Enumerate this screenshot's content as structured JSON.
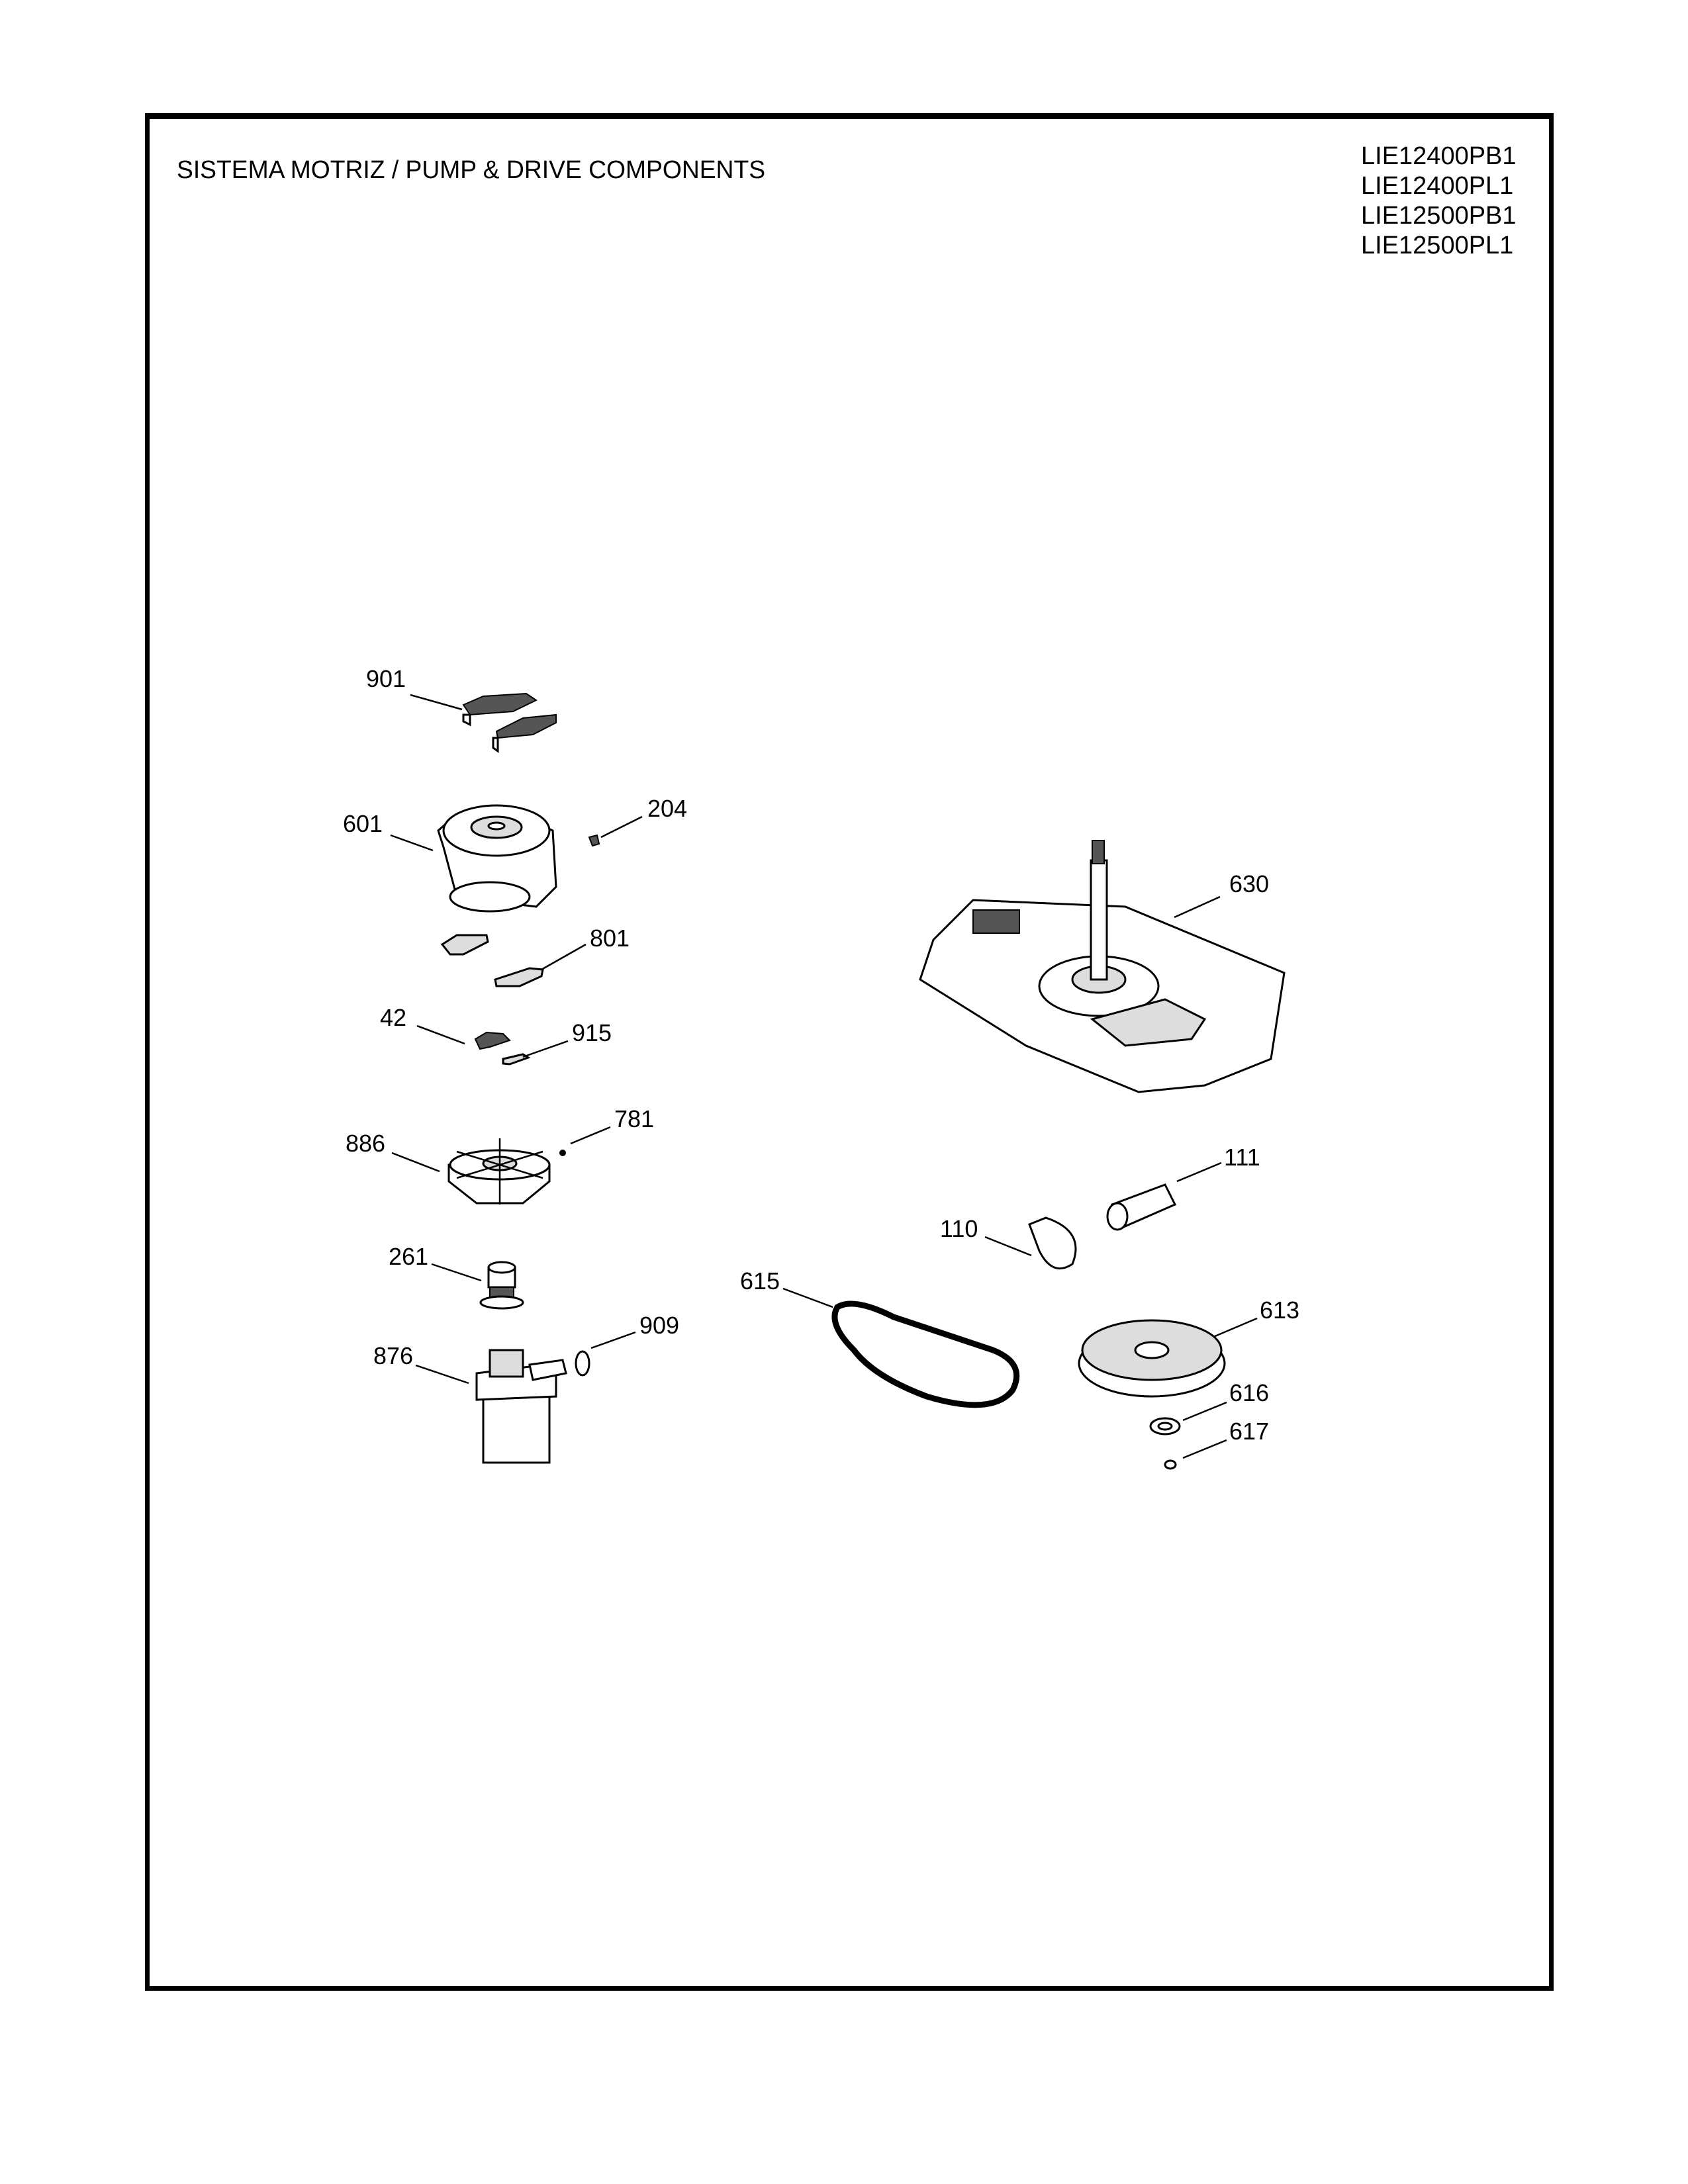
{
  "header": {
    "title": "SISTEMA MOTRIZ / PUMP  &  DRIVE COMPONENTS",
    "models": [
      "LIE12400PB1",
      "LIE12400PL1",
      "LIE12500PB1",
      "LIE12500PL1"
    ]
  },
  "callouts": [
    {
      "label": "901",
      "part": "motor-mount-pads"
    },
    {
      "label": "601",
      "part": "motor"
    },
    {
      "label": "204",
      "part": "clip"
    },
    {
      "label": "801",
      "part": "motor-brackets"
    },
    {
      "label": "42",
      "part": "thermal-protector"
    },
    {
      "label": "915",
      "part": "plate"
    },
    {
      "label": "781",
      "part": "screw"
    },
    {
      "label": "886",
      "part": "fan"
    },
    {
      "label": "261",
      "part": "coupling"
    },
    {
      "label": "909",
      "part": "hose-clamp"
    },
    {
      "label": "876",
      "part": "drain-pump"
    },
    {
      "label": "630",
      "part": "transmission-base"
    },
    {
      "label": "111",
      "part": "capacitor"
    },
    {
      "label": "110",
      "part": "capacitor-strap"
    },
    {
      "label": "615",
      "part": "belt"
    },
    {
      "label": "613",
      "part": "pulley"
    },
    {
      "label": "616",
      "part": "washer"
    },
    {
      "label": "617",
      "part": "retaining-ring"
    }
  ]
}
